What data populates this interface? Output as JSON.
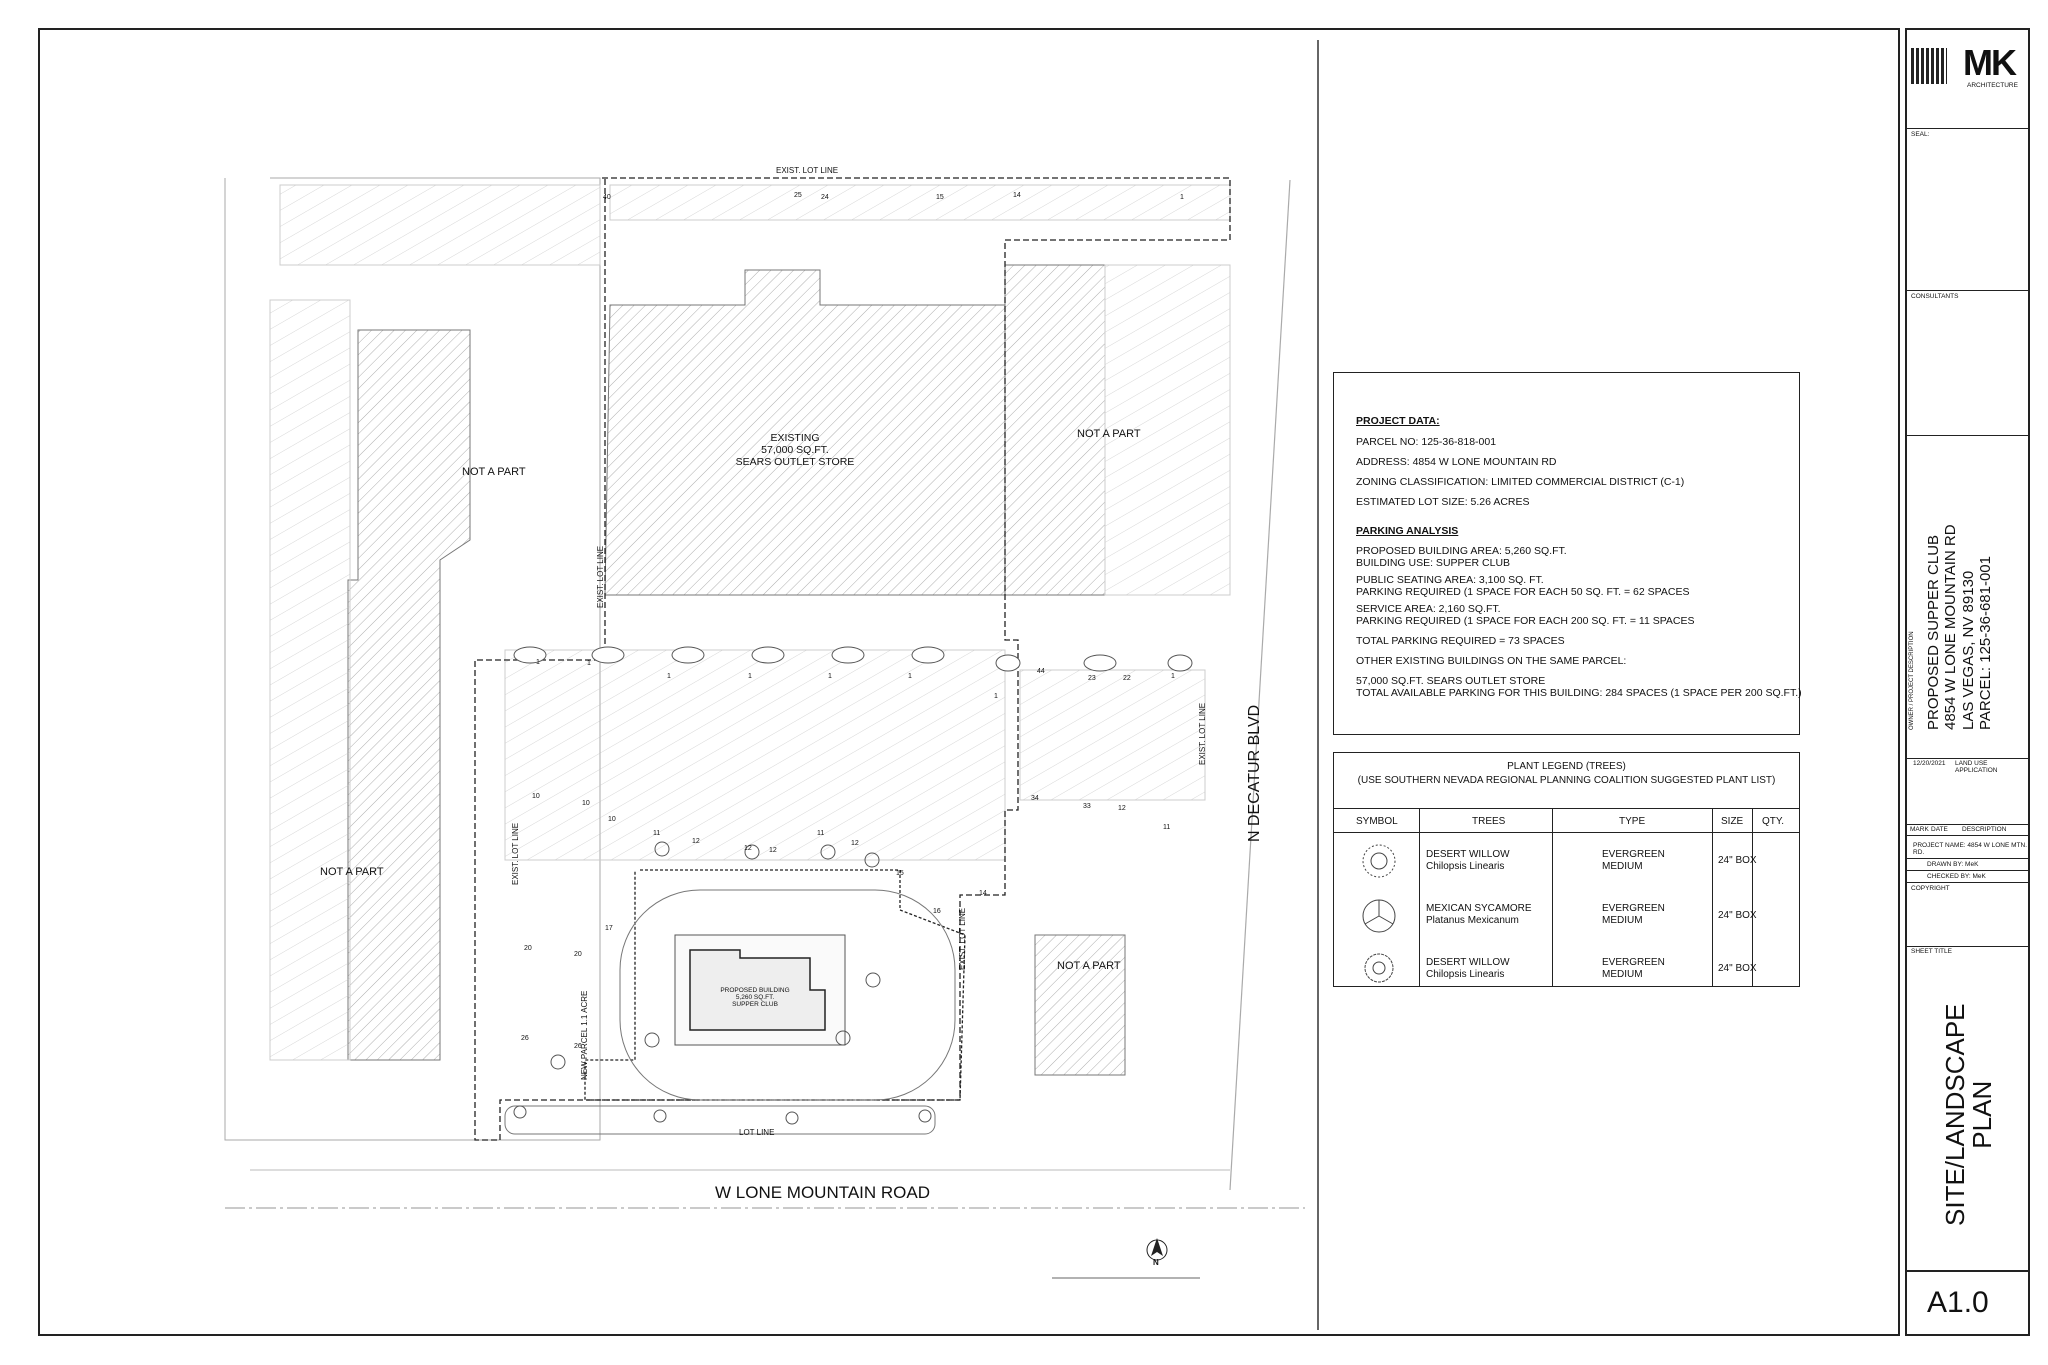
{
  "site_plan": {
    "street_south": "W  LONE MOUNTAIN ROAD",
    "street_east": "N DECATUR BLVD",
    "not_a_part": "NOT A PART",
    "existing_building": [
      "EXISTING",
      "57,000 SQ.FT.",
      "SEARS OUTLET STORE"
    ],
    "proposed_building": [
      "PROPOSED BUILDING",
      "5,260 SQ.FT.",
      "SUPPER CLUB"
    ],
    "exist_lot_line": "EXIST. LOT LINE",
    "lot_line": "LOT LINE",
    "new_parcel": "NEW PARCEL 1.1 ACRE",
    "north_arrow": "N",
    "stall_counts_top": [
      "40",
      "25",
      "24",
      "15",
      "14",
      "1"
    ],
    "stall_counts_misc": [
      "1",
      "1",
      "1",
      "1",
      "1",
      "1",
      "1",
      "44",
      "23",
      "22",
      "1",
      "10",
      "10",
      "10",
      "20",
      "20",
      "26",
      "26",
      "11",
      "12",
      "12",
      "12",
      "11",
      "12",
      "15",
      "16",
      "14",
      "17",
      "34",
      "33",
      "12",
      "11"
    ]
  },
  "project_data": {
    "heading": "PROJECT DATA:",
    "parcel": "PARCEL NO: 125-36-818-001",
    "address": "ADDRESS: 4854 W LONE MOUNTAIN RD",
    "zoning": "ZONING CLASSIFICATION: LIMITED COMMERCIAL DISTRICT (C-1)",
    "lot_size": "ESTIMATED LOT SIZE: 5.26 ACRES",
    "parking_heading": "PARKING ANALYSIS",
    "bldg_area": "PROPOSED BUILDING AREA: 5,260 SQ.FT.",
    "bldg_use": "BUILDING USE: SUPPER CLUB",
    "seating_area": "PUBLIC SEATING AREA: 3,100 SQ. FT.",
    "seating_parking": "PARKING REQUIRED (1 SPACE FOR EACH 50  SQ. FT. = 62 SPACES",
    "service_area": "SERVICE AREA: 2,160 SQ.FT.",
    "service_parking": "PARKING REQUIRED (1 SPACE FOR EACH 200 SQ. FT. = 11 SPACES",
    "total_parking": "TOTAL PARKING REQUIRED = 73 SPACES",
    "other_buildings": "OTHER EXISTING BUILDINGS ON THE SAME PARCEL:",
    "sears": "57,000 SQ.FT. SEARS OUTLET STORE",
    "total_available": "TOTAL AVAILABLE PARKING FOR THIS BUILDING: 284 SPACES (1 SPACE PER 200 SQ.FT.)"
  },
  "plant_legend": {
    "title": "PLANT LEGEND (TREES)",
    "subtitle": "(USE SOUTHERN NEVADA REGIONAL PLANNING COALITION SUGGESTED PLANT LIST)",
    "headers": [
      "SYMBOL",
      "TREES",
      "TYPE",
      "SIZE",
      "QTY."
    ],
    "rows": [
      {
        "name": "DESERT WILLOW",
        "latin": "Chilopsis Linearis",
        "type1": "EVERGREEN",
        "type2": "MEDIUM",
        "size": "24\" BOX",
        "qty": ""
      },
      {
        "name": "MEXICAN SYCAMORE",
        "latin": "Platanus Mexicanum",
        "type1": "EVERGREEN",
        "type2": "MEDIUM",
        "size": "24\" BOX",
        "qty": ""
      },
      {
        "name": "DESERT WILLOW",
        "latin": "Chilopsis Linearis",
        "type1": "EVERGREEN",
        "type2": "MEDIUM",
        "size": "24\" BOX",
        "qty": ""
      }
    ]
  },
  "title_block": {
    "logo": "MK",
    "logo_sub": "ARCHITECTURE",
    "seal": "SEAL:",
    "consultants": "CONSULTANTS",
    "owner_label": "OWNER / PROJECT DESCRIPTION",
    "project_lines": [
      "PROPOSED SUPPER CLUB",
      "4854 W LONE MOUNTAIN RD",
      "LAS VEGAS, NV  89130",
      "PARCEL: 125-36-681-001"
    ],
    "rev_date": "12/20/2021",
    "rev_desc": "LAND USE APPLICATION",
    "mark": "MARK",
    "date": "DATE",
    "description": "DESCRIPTION",
    "project_name": "PROJECT NAME: 4854 W LONE MTN. RD.",
    "drawn_by": "DRAWN BY: MeK",
    "checked_by": "CHECKED BY: MeK",
    "copyright": "COPYRIGHT",
    "sheet_title_label": "SHEET TITLE",
    "sheet_title": [
      "SITE/LANDSCAPE",
      "PLAN"
    ],
    "sheet_number": "A1.0"
  }
}
